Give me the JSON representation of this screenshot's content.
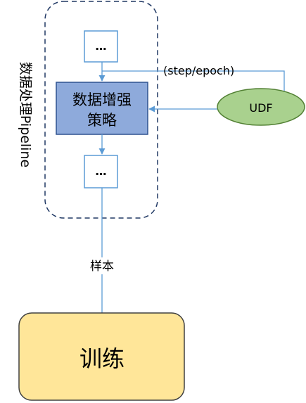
{
  "pipeline": {
    "label": "数据处理Pipeline",
    "top_step": "…",
    "augment_line1": "数据增强",
    "augment_line2": "策略",
    "bottom_step": "…"
  },
  "udf": {
    "label": "UDF",
    "feedback_label": "(step/epoch)"
  },
  "flow": {
    "sample_label": "样本"
  },
  "training": {
    "label": "训练"
  },
  "colors": {
    "line": "#5b9bd5",
    "augment_fill": "#8eaadb",
    "augment_border": "#2f528f",
    "udf_fill": "#a9d18e",
    "udf_border": "#538135",
    "training_fill": "#ffe699",
    "training_border": "#404040",
    "dashed_border": "#203864"
  }
}
